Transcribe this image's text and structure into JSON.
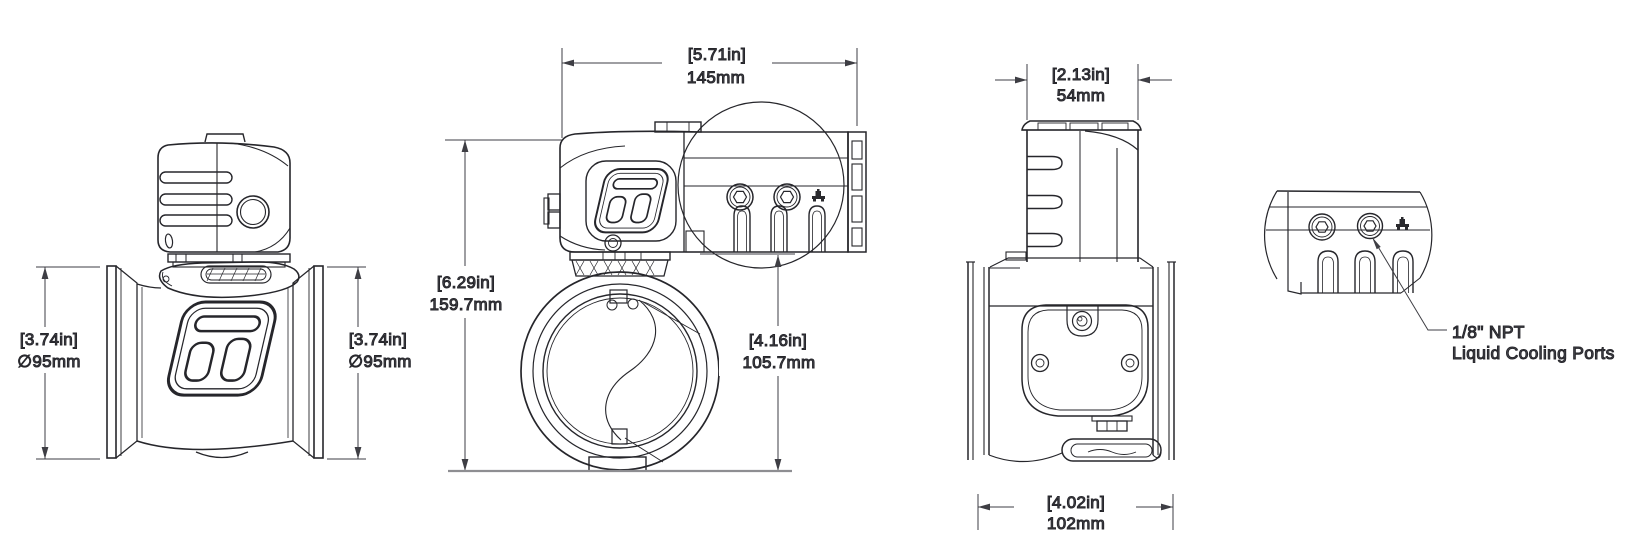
{
  "drawing": {
    "type": "technical-dimension-drawing",
    "colors": {
      "line": "#26262b",
      "dimension": "#3e3e44",
      "text": "#4d4d54",
      "background": "#ffffff"
    },
    "views": {
      "left_side": {
        "dim_left": {
          "in": "[3.74in]",
          "mm": "∅95mm"
        },
        "dim_right": {
          "in": "[3.74in]",
          "mm": "∅95mm"
        }
      },
      "front": {
        "dim_width": {
          "in": "[5.71in]",
          "mm": "145mm"
        },
        "dim_height": {
          "in": "[6.29in]",
          "mm": "159.7mm"
        },
        "dim_body": {
          "in": "[4.16in]",
          "mm": "105.7mm"
        }
      },
      "right_side": {
        "dim_width": {
          "in": "[2.13in]",
          "mm": "54mm"
        },
        "dim_base": {
          "in": "[4.02in]",
          "mm": "102mm"
        }
      },
      "detail": {
        "callout1": "1/8\" NPT",
        "callout2": "Liquid Cooling Ports"
      }
    }
  }
}
